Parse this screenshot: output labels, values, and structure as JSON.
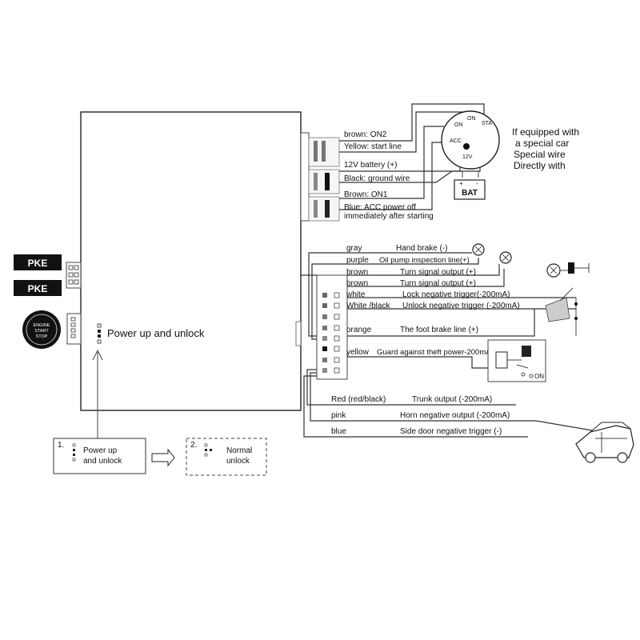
{
  "left_badges": {
    "pke_1": "PKE",
    "pke_2": "PKE"
  },
  "engine_button": {
    "line1": "ENGINE",
    "line2": "START",
    "line3": "STOP"
  },
  "module": {
    "indicator_label": "Power up and unlock"
  },
  "ignition_connector": {
    "wires": [
      {
        "label": "brown: ON2"
      },
      {
        "label": "Yellow: start line"
      },
      {
        "label": "12V battery  (+)"
      },
      {
        "label": "Black: ground wire"
      },
      {
        "label": "Brown: ON1"
      },
      {
        "label": "Blue: ACC power off"
      },
      {
        "label": "immediately after starting"
      }
    ],
    "switch": {
      "on": "ON",
      "on2": "ON",
      "sta": "STA",
      "acc": "ACC",
      "v12": "12V"
    },
    "battery": {
      "label": "BAT",
      "plus": "+",
      "minus": "-"
    }
  },
  "special_note": [
    "If equipped with",
    "a special car",
    "Special wire",
    "Directly with"
  ],
  "main_connector": {
    "wires": [
      {
        "color": "gray",
        "function": "Hand brake  (-)"
      },
      {
        "color": "purple",
        "function": "Oil pump inspection line(+)"
      },
      {
        "color": "brown",
        "function": "Turn signal output  (+)"
      },
      {
        "color": "brown",
        "function": "Turn signal output  (+)"
      },
      {
        "color": "white",
        "function": "Lock negative trigger(-200mA)"
      },
      {
        "color": "White /black",
        "function": "Unlock negative trigger (-200mA)"
      },
      {
        "color": "orange",
        "function": "The foot brake line  (+)"
      },
      {
        "color": "yellow",
        "function": "Guard against theft power-200mA"
      },
      {
        "color": "Red (red/black)",
        "function": "Trunk output (-200mA)"
      },
      {
        "color": "pink",
        "function": "Horn negative output (-200mA)"
      },
      {
        "color": "blue",
        "function": "Side door negative trigger (-)"
      }
    ],
    "relay_on": "ON"
  },
  "legend": {
    "step1": {
      "num": "1.",
      "line1": "Power up",
      "line2": "and unlock"
    },
    "step2": {
      "num": "2.",
      "line1": "Normal",
      "line2": "unlock"
    }
  }
}
